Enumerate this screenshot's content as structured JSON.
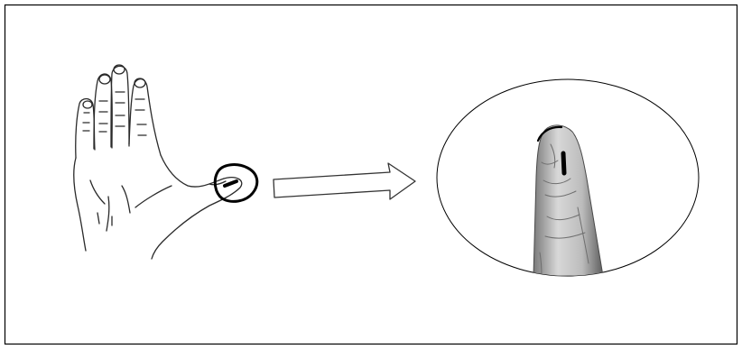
{
  "figure": {
    "left_panel": "hand-with-marked-thumb",
    "right_panel": "magnified-fingertip-with-ink-mark",
    "connector": "arrow-right"
  },
  "colors": {
    "border": "#000000",
    "sketch_line": "#2a2a2a",
    "marker": "#000000",
    "skin_shade": "#bdbdbd"
  }
}
